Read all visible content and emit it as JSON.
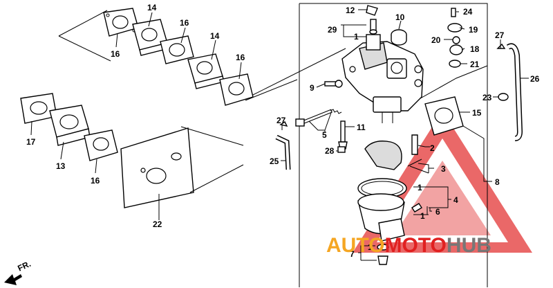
{
  "callouts": {
    "c12": "12",
    "c10": "10",
    "c24": "24",
    "c29": "29",
    "c1a": "1",
    "c19": "19",
    "c20": "20",
    "c18": "18",
    "c21": "21",
    "c27a": "27",
    "c26": "26",
    "c9": "9",
    "c23": "23",
    "c15": "15",
    "c27b": "27",
    "c11": "11",
    "c5": "5",
    "c28": "28",
    "c25": "25",
    "c2": "2",
    "c3": "3",
    "c8": "8",
    "c1b": "1",
    "c4": "4",
    "c6": "6",
    "c1c": "1",
    "c1d": "1",
    "c7": "7",
    "c14a": "14",
    "c16a": "16",
    "c16b": "16",
    "c14b": "14",
    "c16c": "16",
    "c17": "17",
    "c13": "13",
    "c16d": "16",
    "c22": "22"
  },
  "direction_label": "FR.",
  "watermark": {
    "part1": "AUTO",
    "part2": "MOTO",
    "part3": "HUB",
    "color_orange": "#f5a623",
    "color_red": "#e02020",
    "color_grey": "#777777"
  }
}
